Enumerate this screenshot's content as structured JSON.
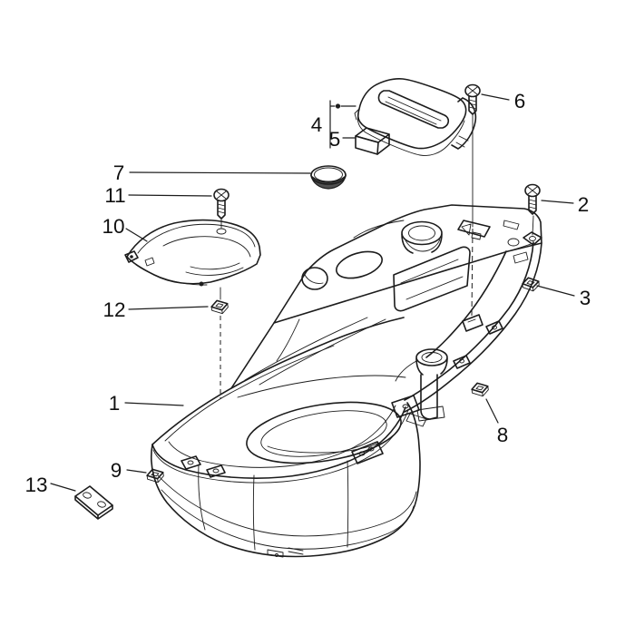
{
  "diagram": {
    "background": "#ffffff",
    "line_color": "#1c1c1c",
    "text_color": "#101010"
  },
  "callouts": [
    {
      "number": "1"
    },
    {
      "number": "2"
    },
    {
      "number": "3"
    },
    {
      "number": "4"
    },
    {
      "number": "5"
    },
    {
      "number": "6"
    },
    {
      "number": "7"
    },
    {
      "number": "8"
    },
    {
      "number": "9"
    },
    {
      "number": "10"
    },
    {
      "number": "11"
    },
    {
      "number": "12"
    },
    {
      "number": "13"
    }
  ]
}
